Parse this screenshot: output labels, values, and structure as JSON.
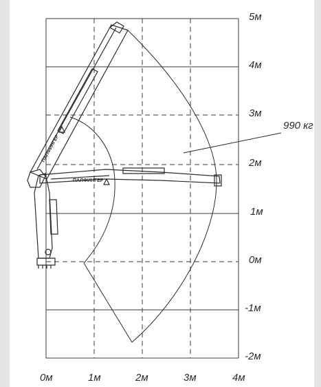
{
  "chart": {
    "y_ticks": [
      {
        "value": 5,
        "label": "5м"
      },
      {
        "value": 4,
        "label": "4м"
      },
      {
        "value": 3,
        "label": "3м"
      },
      {
        "value": 2,
        "label": "2м"
      },
      {
        "value": 1,
        "label": "1м"
      },
      {
        "value": 0,
        "label": "0м"
      },
      {
        "value": -1,
        "label": "-1м"
      },
      {
        "value": -2,
        "label": "-2м"
      }
    ],
    "x_ticks": [
      {
        "value": 0,
        "label": "0м"
      },
      {
        "value": 1,
        "label": "1м"
      },
      {
        "value": 2,
        "label": "2м"
      },
      {
        "value": 3,
        "label": "3м"
      },
      {
        "value": 4,
        "label": "4м"
      }
    ],
    "load_label": "990 кг",
    "boom_marking_upper": "ПАЛФИНГЕР",
    "boom_marking_lower": "ПАЛФИНГЕР",
    "colors": {
      "background": "#e4e5e6",
      "grid": "#3a3a3a",
      "drawing": "#2b2b2b"
    }
  }
}
